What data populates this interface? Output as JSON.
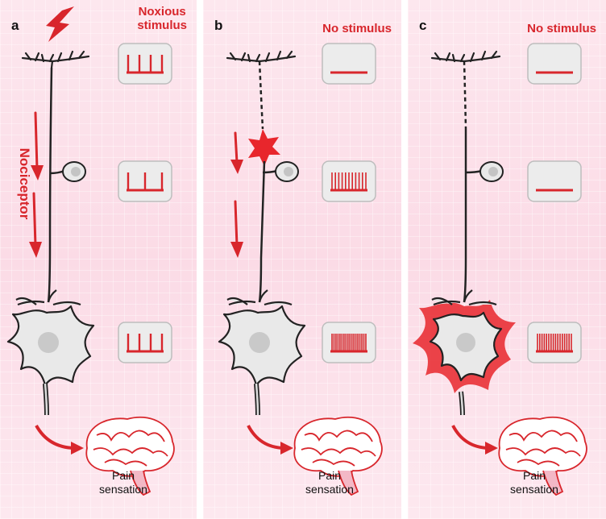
{
  "panel_a": {
    "label": "a",
    "title": "Noxious\nstimulus",
    "side_label": "Nociceptor",
    "pain": "Pain\nsensation"
  },
  "panel_b": {
    "label": "b",
    "title": "No stimulus",
    "pain": "Pain\nsensation"
  },
  "panel_c": {
    "label": "c",
    "title": "No stimulus",
    "pain": "Pain\nsensation"
  },
  "colors": {
    "accent": "#d8262c",
    "neuron_fill": "#e9e9e9",
    "neuron_outline": "#222222",
    "panel_bg": "#fbdbe6"
  }
}
